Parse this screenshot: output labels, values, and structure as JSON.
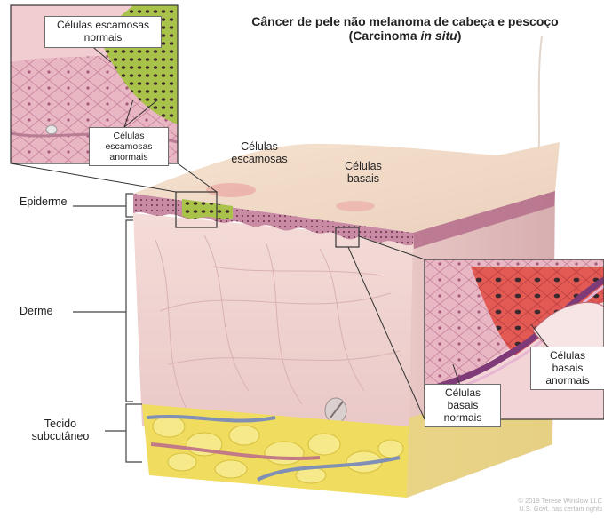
{
  "title": {
    "line1": "Câncer de pele não melanoma de cabeça e pescoço",
    "line2_prefix": "(Carcinoma ",
    "line2_italic": "in situ",
    "line2_suffix": ")"
  },
  "labels": {
    "normal_squamous": "Células escamosas normais",
    "abnormal_squamous": "Células escamosas anormais",
    "squamous_cells": "Células escamosas",
    "basal_cells": "Células basais",
    "normal_basal": "Células basais normais",
    "abnormal_basal": "Células basais anormais"
  },
  "layers": {
    "epidermis": "Epiderme",
    "dermis": "Derme",
    "subcutaneous": "Tecido subcutâneo"
  },
  "credit": {
    "line1": "© 2019 Terese Winslow LLC",
    "line2": "U.S. Govt. has certain rights"
  },
  "colors": {
    "skin_surface": "#f1dcc8",
    "epidermis": "#b56f8b",
    "dermis": "#efd2cf",
    "fat": "#f0dc5f",
    "abnormal_squamous": "#a8c24a",
    "abnormal_basal": "#e0594e"
  }
}
